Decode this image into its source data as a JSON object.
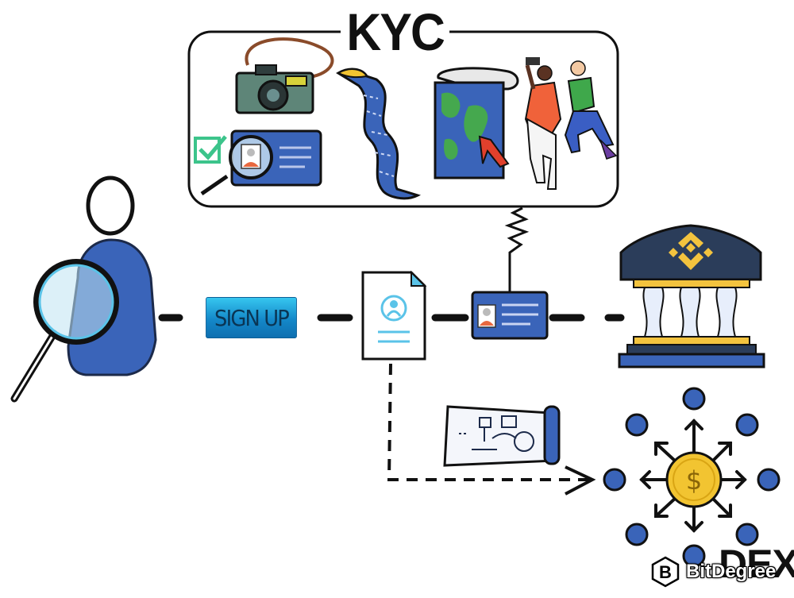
{
  "title": "KYC",
  "steps": {
    "sign_up_label": "SIGN UP"
  },
  "dex_label": "DEX",
  "watermark": {
    "brand": "BitDegree",
    "logo_letter": "B"
  },
  "icons": [
    "user-search-icon",
    "document-icon",
    "id-card-icon",
    "bank-icon",
    "camera-icon",
    "id-card-check-icon",
    "scroll-icon",
    "map-icon",
    "people-icon",
    "blueprint-icon",
    "dex-network-icon",
    "coin-icon",
    "checkmark-icon",
    "magnifier-icon"
  ],
  "colors": {
    "blue": "#3a64b9",
    "dark_navy": "#1c2a4a",
    "coin_gold": "#f2c431",
    "accent_cyan": "#5ac3e8",
    "check_green": "#3cc48b",
    "bank_dark": "#2b3d5a",
    "bank_gold": "#f3c33e"
  }
}
